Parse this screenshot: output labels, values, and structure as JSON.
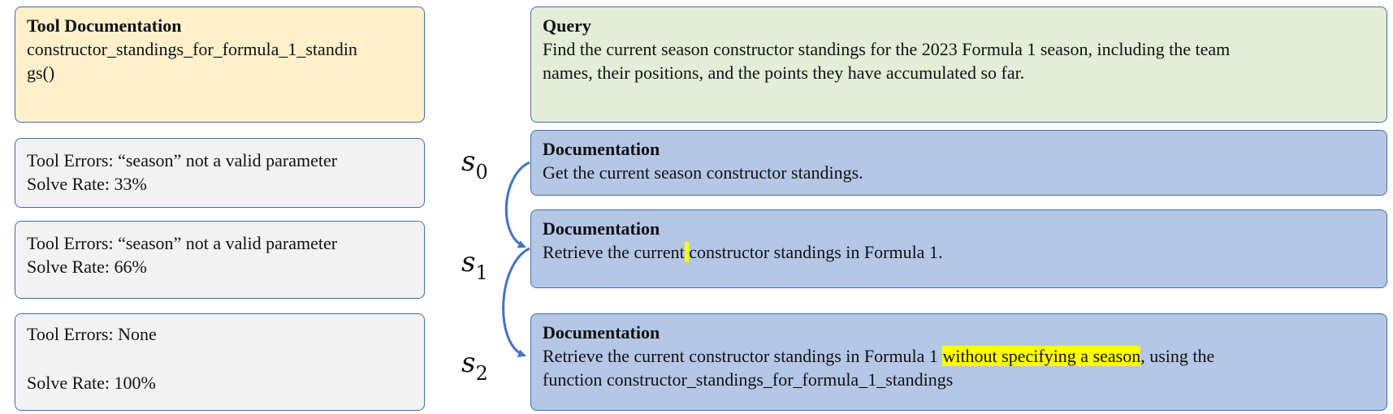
{
  "tool_doc": {
    "title": "Tool Documentation",
    "line1": "constructor_standings_for_formula_1_standin",
    "line2": "gs()"
  },
  "errors": [
    {
      "line1": "Tool Errors: “season” not a valid parameter",
      "line2": "Solve Rate: 33%"
    },
    {
      "line1": "Tool Errors: “season” not a valid parameter",
      "line2": "Solve Rate: 66%"
    },
    {
      "line1": "Tool Errors: None",
      "line2": "Solve Rate: 100%"
    }
  ],
  "query": {
    "title": "Query",
    "line1": "Find the current season constructor standings for the 2023 Formula 1 season, including the team",
    "line2": "names, their positions, and the points they have accumulated so far."
  },
  "docs": [
    {
      "title": "Documentation",
      "line1": "Get the current season constructor standings."
    },
    {
      "title": "Documentation",
      "line1_a": "Retrieve the current",
      "line1_hl": " ",
      "line1_b": "constructor standings in Formula 1."
    },
    {
      "title": "Documentation",
      "line1_a": "Retrieve the current constructor standings in Formula 1 ",
      "line1_hl": "without specifying a season",
      "line1_b": ", using the",
      "line2": "function constructor_standings_for_formula_1_standings"
    }
  ],
  "states": [
    {
      "symbol": "s",
      "subscript": "0"
    },
    {
      "symbol": "s",
      "subscript": "1"
    },
    {
      "symbol": "s",
      "subscript": "2"
    }
  ],
  "colors": {
    "tool_doc_bg": "#fdf0cb",
    "error_bg": "#f2f2f2",
    "query_bg": "#e2eed8",
    "doc_bg": "#b4c7e7",
    "border": "#3f6fb0",
    "highlight": "#ffff00",
    "arrow": "#4472c4"
  }
}
